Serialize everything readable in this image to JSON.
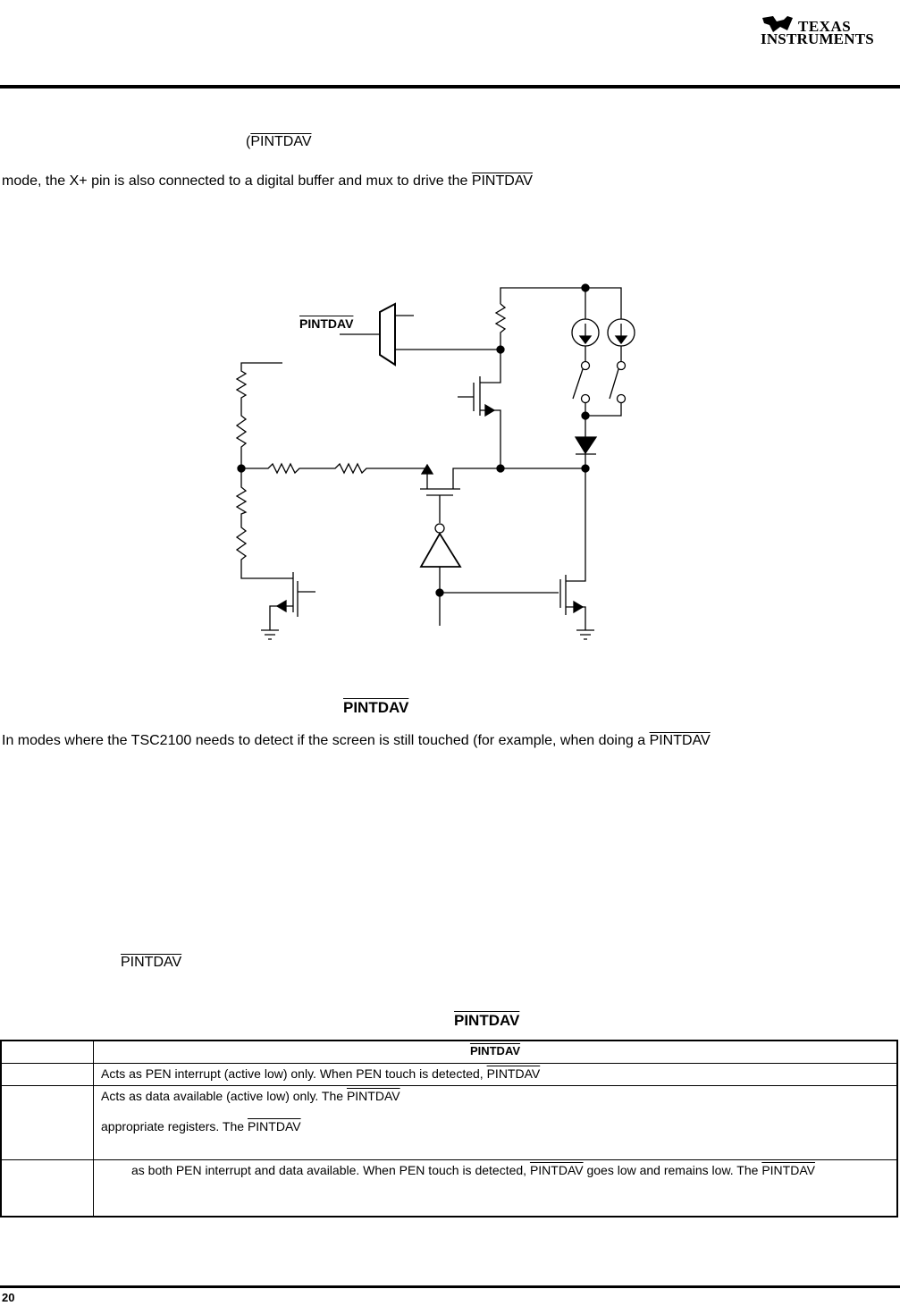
{
  "header": {
    "logo_line1": "TEXAS",
    "logo_line2": "INSTRUMENTS"
  },
  "text": {
    "p1_fragment": "(PINTDAV",
    "p2": "mode, the X+ pin is also connected to a digital buffer and mux to drive the ",
    "p2_signal": "PINTDAV",
    "circuit_label": "PINTDAV",
    "section_heading": "PINTDAV",
    "p3": "In modes where the TSC2100 needs to detect if the screen is still touched (for example, when doing a ",
    "p3_signal": "PINTDAV",
    "p4_signal": "PINTDAV",
    "table_title": "PINTDAV"
  },
  "table": {
    "header": "PINTDAV",
    "rows": [
      {
        "lines": [
          {
            "pre": "Acts as PEN interrupt (active low) only. When PEN touch is detected, ",
            "sig": "PINTDAV",
            "post": ""
          }
        ]
      },
      {
        "lines": [
          {
            "pre": "Acts as data available (active low) only. The ",
            "sig": "PINTDAV",
            "post": ""
          },
          {
            "pre": "appropriate registers. The ",
            "sig": "PINTDAV",
            "post": ""
          }
        ]
      },
      {
        "lines": [
          {
            "pre": "as both PEN interrupt and data available. When PEN touch is detected, ",
            "sig": "PINTDAV",
            "post": " goes low and remains low. The ",
            "sig2": "PINTDAV"
          }
        ]
      }
    ]
  },
  "footer": {
    "page_number": "20"
  }
}
